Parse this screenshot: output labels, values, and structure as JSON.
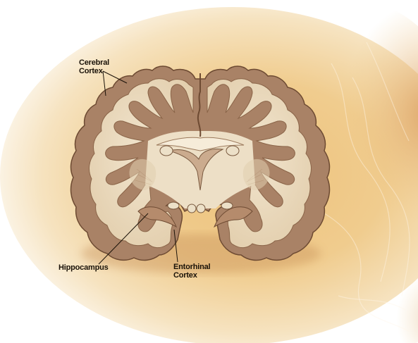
{
  "labels": {
    "cerebral_cortex": {
      "line1": "Cerebral",
      "line2": "Cortex"
    },
    "hippocampus": "Hippocampus",
    "entorhinal_cortex": {
      "line1": "Entorhinal",
      "line2": "Cortex"
    }
  },
  "colors": {
    "background_glow": "#e9b768",
    "cortex_gray_matter": "#a57c60",
    "white_matter": "#ecdcc2",
    "outline": "#6d4a32",
    "ventricle": "#c8a88a",
    "leader_line": "#1a1208"
  }
}
